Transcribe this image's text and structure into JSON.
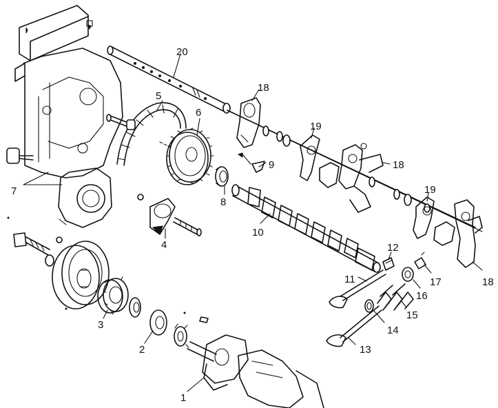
{
  "diagram": {
    "callouts": [
      {
        "id": "1",
        "text": "1"
      },
      {
        "id": "2",
        "text": "2"
      },
      {
        "id": "3",
        "text": "3"
      },
      {
        "id": "4",
        "text": "4"
      },
      {
        "id": "5",
        "text": "5"
      },
      {
        "id": "6",
        "text": "6"
      },
      {
        "id": "7",
        "text": "7"
      },
      {
        "id": "8",
        "text": "8"
      },
      {
        "id": "9",
        "text": "9"
      },
      {
        "id": "10",
        "text": "10"
      },
      {
        "id": "11",
        "text": "11"
      },
      {
        "id": "12",
        "text": "12"
      },
      {
        "id": "13",
        "text": "13"
      },
      {
        "id": "14",
        "text": "14"
      },
      {
        "id": "15",
        "text": "15"
      },
      {
        "id": "16",
        "text": "16"
      },
      {
        "id": "17",
        "text": "17"
      },
      {
        "id": "18a",
        "text": "18"
      },
      {
        "id": "18b",
        "text": "18"
      },
      {
        "id": "18c",
        "text": "18"
      },
      {
        "id": "19a",
        "text": "19"
      },
      {
        "id": "19b",
        "text": "19"
      },
      {
        "id": "20",
        "text": "20"
      }
    ],
    "colors": {
      "ink": "#111111",
      "paper": "#ffffff"
    }
  }
}
